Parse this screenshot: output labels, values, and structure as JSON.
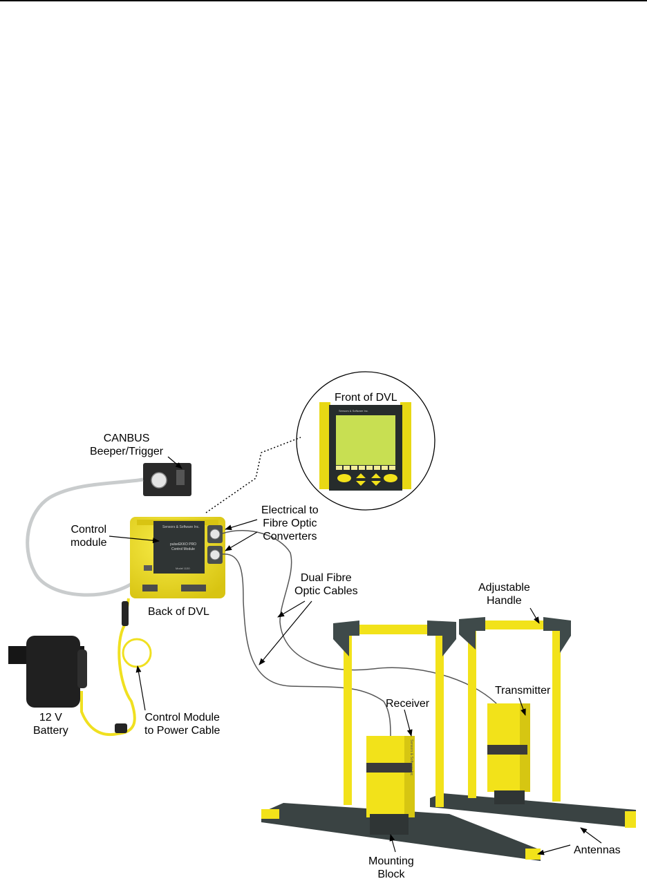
{
  "labels": {
    "front_of_dvl": "Front of DVL",
    "canbus_line1": "CANBUS",
    "canbus_line2": "Beeper/Trigger",
    "control_module_line1": "Control",
    "control_module_line2": "module",
    "electrical_line1": "Electrical to",
    "electrical_line2": "Fibre Optic",
    "electrical_line3": "Converters",
    "back_of_dvl": "Back of DVL",
    "dual_fibre_line1": "Dual Fibre",
    "dual_fibre_line2": "Optic Cables",
    "adjustable_line1": "Adjustable",
    "adjustable_line2": "Handle",
    "transmitter": "Transmitter",
    "receiver": "Receiver",
    "battery_line1": "12 V",
    "battery_line2": "Battery",
    "power_cable_line1": "Control Module",
    "power_cable_line2": "to Power Cable",
    "mounting_line1": "Mounting",
    "mounting_line2": "Block",
    "antennas": "Antennas"
  },
  "device_text": {
    "module_brand": "Sensors & Software Inc.",
    "module_name_line1": "pulseEKKO PRO",
    "module_name_line2": "Control Module",
    "module_model": "Model 1130",
    "front_brand": "Sensors & Software Inc.",
    "receiver_brand": "Sensors & Software Inc."
  },
  "colors": {
    "equipment_yellow": "#f2e21a",
    "frame_grey": "#3f4a4a",
    "lcd_green": "#c8df52",
    "cable_yellow": "#f0e020",
    "board_dark": "#2c3434"
  }
}
